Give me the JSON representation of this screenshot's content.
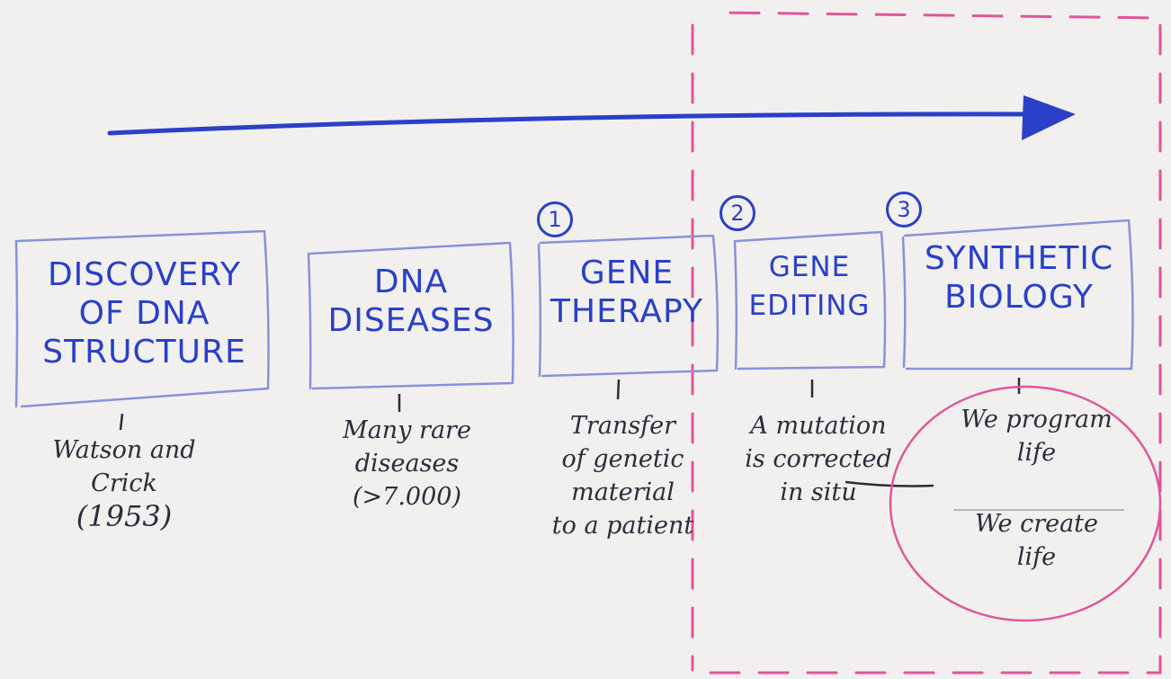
{
  "colors": {
    "ink_blue": "#2a40c8",
    "box_stroke": "#8892d8",
    "pen_dark": "#2b2c3c",
    "highlight_pink": "#e0559c"
  },
  "stages": [
    {
      "title": "Discovery of DNA structure",
      "lines": [
        "Watson and",
        "Crick",
        "(1953)"
      ]
    },
    {
      "title": "DNA diseases",
      "lines": [
        "Many rare",
        "diseases",
        "(>7.000)"
      ]
    },
    {
      "number": "1",
      "title": "Gene therapy",
      "lines": [
        "Transfer",
        "of genetic",
        "material",
        "to a patient"
      ]
    },
    {
      "number": "2",
      "title": "Gene editing",
      "lines": [
        "A mutation",
        "is corrected",
        "in situ"
      ]
    },
    {
      "number": "3",
      "title": "Synthetic biology",
      "lines": [
        "We program",
        "life",
        "We create",
        "life"
      ]
    }
  ]
}
